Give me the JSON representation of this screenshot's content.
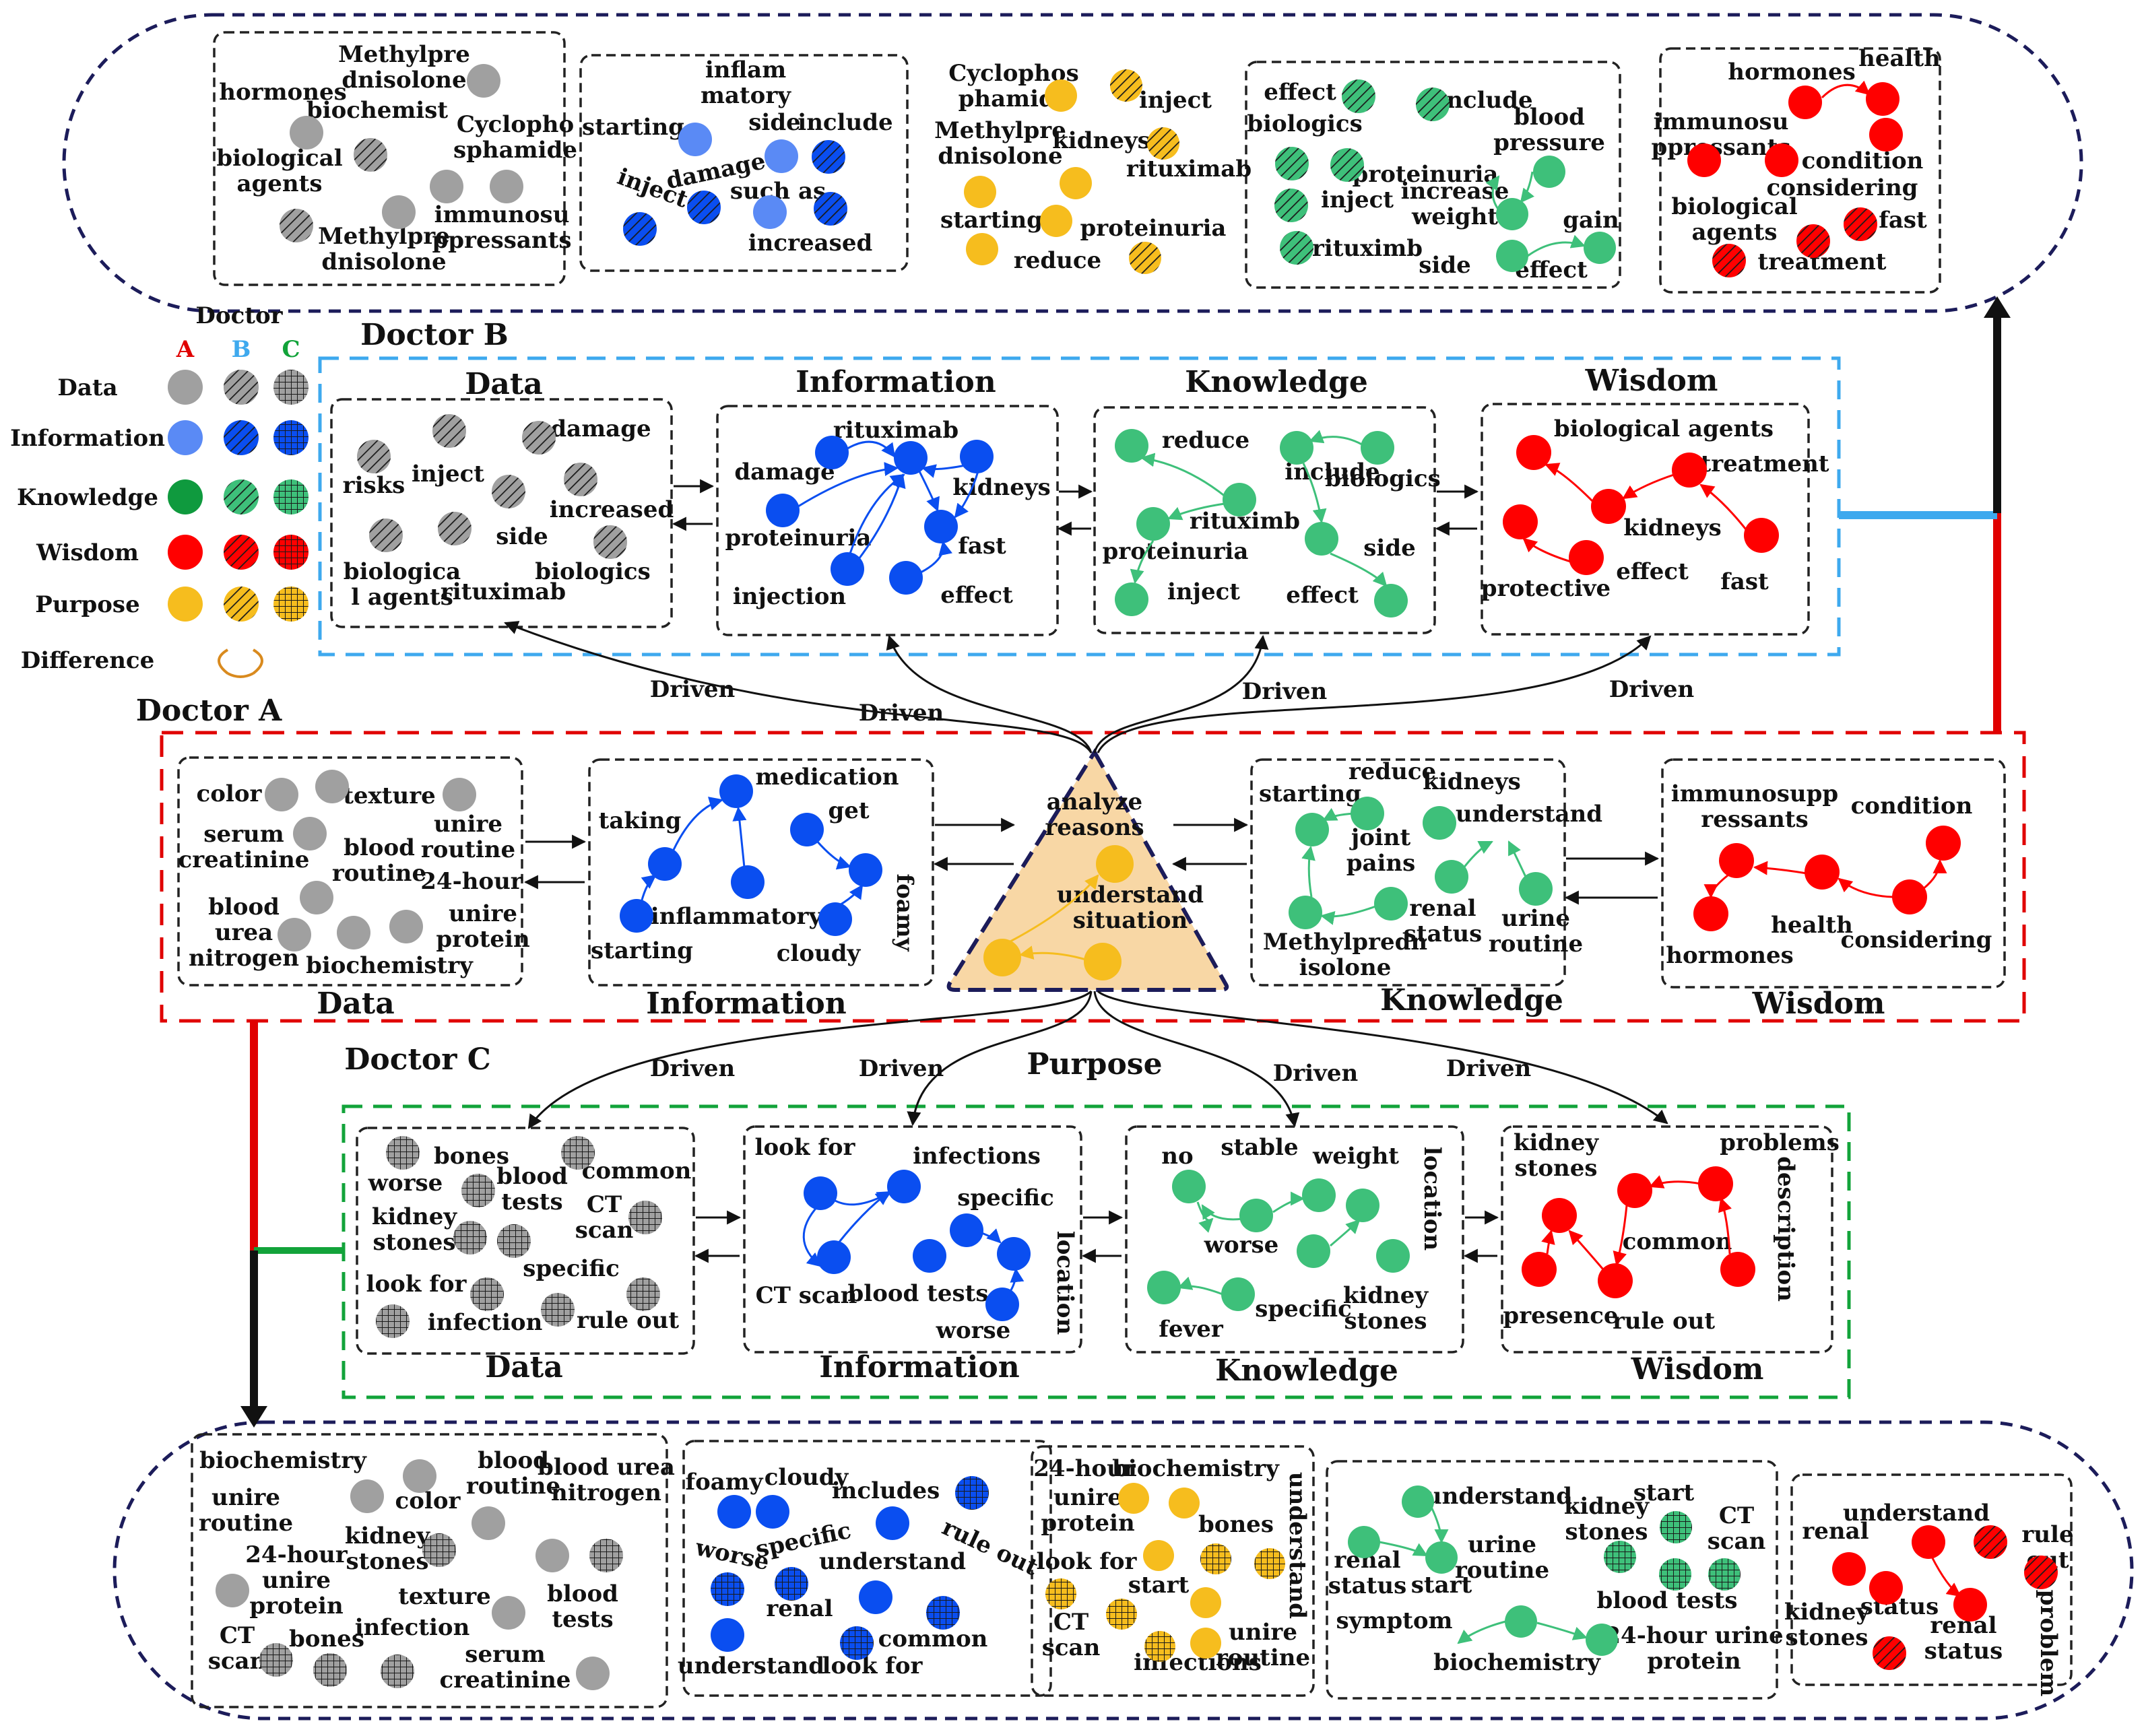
{
  "colors": {
    "data": "#a0a0a0",
    "information": "#0a4ef0",
    "information_a": "#5a8af5",
    "knowledge": "#3ec07a",
    "knowledge_a": "#0f9a3e",
    "wisdom": "#ff0000",
    "purpose": "#f6bd1e",
    "doctor_b_frame": "#3ea9ee",
    "doctor_a_frame": "#e00000",
    "doctor_c_frame": "#12a33a",
    "outer_frame": "#1c1c5a"
  },
  "legend": {
    "header": "Doctor",
    "columns": [
      "A",
      "B",
      "C"
    ],
    "rows": [
      "Data",
      "Information",
      "Knowledge",
      "Wisdom",
      "Purpose",
      "Difference"
    ]
  },
  "doctor_b": {
    "title": "Doctor B",
    "data": {
      "heading": "Data",
      "words": [
        "risks",
        "inject",
        "damage",
        "increased",
        "side",
        "biologics",
        "biologica l agents",
        "rituximab"
      ]
    },
    "information": {
      "heading": "Information",
      "words": [
        "rituximab",
        "damage",
        "kidneys",
        "proteinuria",
        "fast",
        "injection",
        "effect"
      ]
    },
    "knowledge": {
      "heading": "Knowledge",
      "words": [
        "reduce",
        "include",
        "biologics",
        "rituximb",
        "proteinuria",
        "side",
        "inject",
        "effect"
      ]
    },
    "wisdom": {
      "heading": "Wisdom",
      "words": [
        "biological agents",
        "treatment",
        "kidneys",
        "protective",
        "effect",
        "fast"
      ]
    }
  },
  "doctor_a": {
    "title": "Doctor A",
    "data": {
      "heading": "Data",
      "words": [
        "color",
        "texture",
        "serum creatinine",
        "unire routine",
        "blood routine",
        "24-hour",
        "blood urea nitrogen",
        "unire protein",
        "biochemistry"
      ]
    },
    "information": {
      "heading": "Information",
      "words": [
        "medication",
        "taking",
        "get",
        "foamy",
        "inflammatory",
        "starting",
        "cloudy"
      ]
    },
    "purpose": {
      "heading": "Purpose",
      "words": [
        "analyze reasons",
        "understand situation"
      ]
    },
    "knowledge": {
      "heading": "Knowledge",
      "words": [
        "reduce",
        "starting",
        "kidneys",
        "understand",
        "joint pains",
        "renal status",
        "urine routine",
        "Methylpredn isolone"
      ]
    },
    "wisdom": {
      "heading": "Wisdom",
      "words": [
        "immunosupp ressants",
        "condition",
        "health",
        "considering",
        "hormones"
      ]
    }
  },
  "doctor_c": {
    "title": "Doctor C",
    "data": {
      "heading": "Data",
      "words": [
        "bones",
        "worse",
        "blood tests",
        "common",
        "kidney stones",
        "CT scan",
        "specific",
        "look for",
        "infection",
        "rule out"
      ]
    },
    "information": {
      "heading": "Information",
      "words": [
        "look for",
        "infections",
        "specific",
        "location",
        "CT scan",
        "blood tests",
        "worse"
      ]
    },
    "knowledge": {
      "heading": "Knowledge",
      "words": [
        "no",
        "stable",
        "weight",
        "location",
        "worse",
        "fever",
        "specific",
        "kidney stones"
      ]
    },
    "wisdom": {
      "heading": "Wisdom",
      "words": [
        "kidney stones",
        "problems",
        "description",
        "common",
        "presence",
        "rule out"
      ]
    }
  },
  "driven": "Driven",
  "top_row": {
    "data": [
      "Methylpre dnisolone",
      "hormones",
      "biochemist",
      "biological agents",
      "Cyclopho sphamide",
      "immunosu ppressants",
      "Methylpre dnisolone"
    ],
    "information": [
      "inflam matory",
      "starting",
      "side",
      "include",
      "inject",
      "damage",
      "such as",
      "increased"
    ],
    "purpose": [
      "Cyclophos phamide",
      "inject",
      "Methylpre dnisolone",
      "kidneys",
      "rituximab",
      "starting",
      "proteinuria",
      "reduce"
    ],
    "knowledge": [
      "effect",
      "include",
      "biologics",
      "proteinuria",
      "blood pressure",
      "inject",
      "increase weight",
      "rituximb",
      "gain",
      "side",
      "effect"
    ],
    "wisdom": [
      "hormones",
      "health",
      "immunosu ppressants",
      "condition",
      "considering",
      "biological agents",
      "fast",
      "treatment"
    ]
  },
  "bottom_row": {
    "data": [
      "biochemistry",
      "unire routine",
      "color",
      "blood routine",
      "blood urea nitrogen",
      "kidney stones",
      "24-hour unire protein",
      "texture",
      "infection",
      "blood tests",
      "CT scan",
      "bones",
      "serum creatinine"
    ],
    "information": [
      "foamy",
      "cloudy",
      "includes",
      "rule out",
      "specific",
      "worse",
      "understand",
      "renal",
      "common",
      "understand",
      "look for"
    ],
    "purpose": [
      "24-hour",
      "biochemistry",
      "unire protein",
      "bones",
      "look for",
      "start",
      "understand",
      "CT scan",
      "infections",
      "unire routine"
    ],
    "knowledge": [
      "understand",
      "kidney stones",
      "start",
      "CT scan",
      "urine routine",
      "renal status",
      "start",
      "blood tests",
      "symptom",
      "biochemistry",
      "24-hour urine protein"
    ],
    "wisdom": [
      "renal",
      "understand",
      "rule out",
      "kidney stones",
      "status",
      "problem",
      "renal status"
    ]
  }
}
